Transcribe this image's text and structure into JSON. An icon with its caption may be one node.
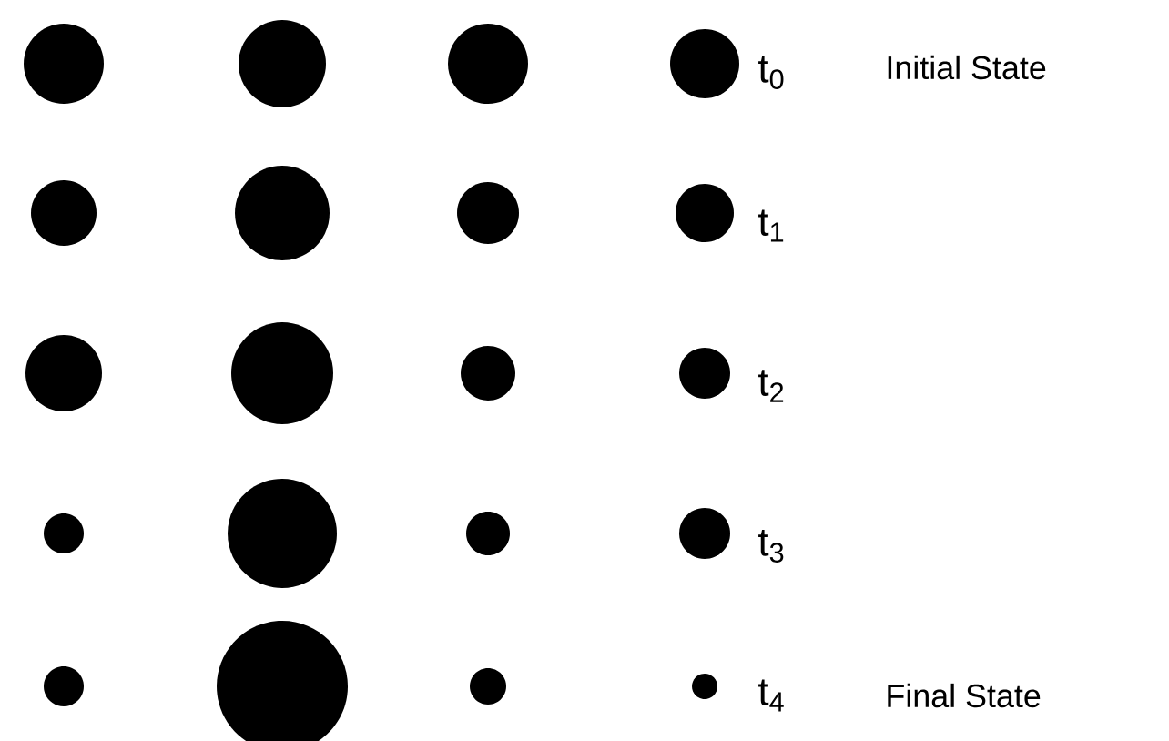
{
  "diagram": {
    "labels": [
      "t$_{0}$",
      "Initial State",
      "t$_{1}$",
      "t$_{2}$",
      "t$_{3}$",
      "t$_{4}$",
      "Final State"
    ]
  }
}
